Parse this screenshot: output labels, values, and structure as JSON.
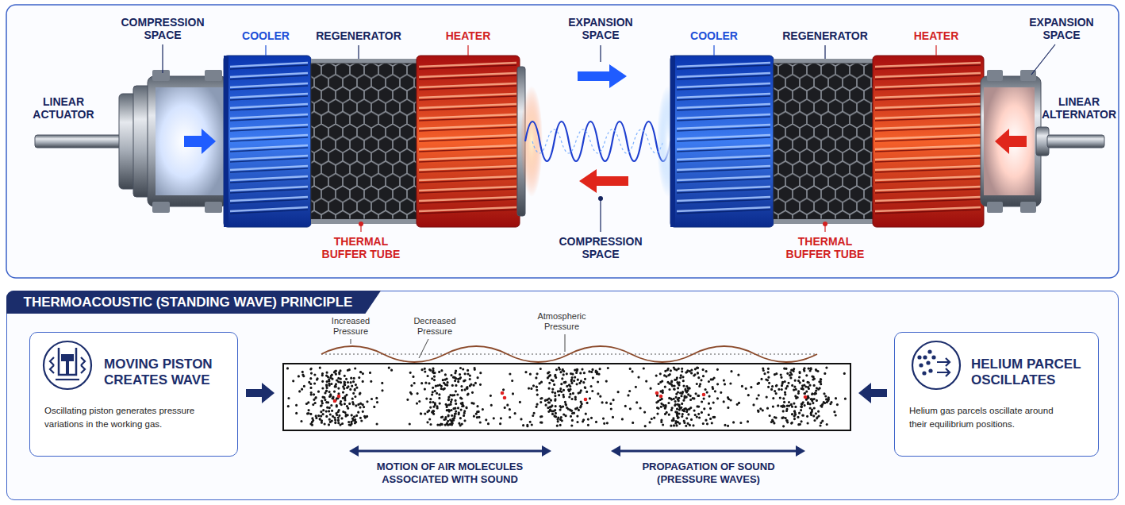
{
  "diagram": {
    "nodes": [
      {
        "text": [
          "THERMOACOUSTIC (STANDING WAVE) PRINCIPLE"
        ]
      },
      {
        "text": [
          "MOVING PISTON CREATES WAVE",
          "Oscillating piston generates pressure variations in the working gas."
        ],
        "in": 0
      },
      {
        "text": [
          "HELIUM PARCEL OSCILLATES",
          "Helium gas parcels oscillate around their equilibrium positions."
        ],
        "in": 0
      }
    ],
    "labels": [
      "COMPRESSION SPACE",
      "COOLER",
      "REGENERATOR",
      "HEATER",
      "EXPANSION SPACE",
      "COOLER",
      "REGENERATOR",
      "HEATER",
      "EXPANSION SPACE",
      "LINEAR ACTUATOR",
      "LINEAR ALTERNATOR",
      "THERMAL BUFFER TUBE",
      "COMPRESSION SPACE",
      "THERMAL BUFFER TUBE",
      "Increased Pressure",
      "Decreased Pressure",
      "Atmospheric Pressure",
      "MOTION OF AIR MOLECULES ASSOCIATED WITH SOUND",
      "PROPAGATION OF SOUND (PRESSURE WAVES)"
    ]
  }
}
